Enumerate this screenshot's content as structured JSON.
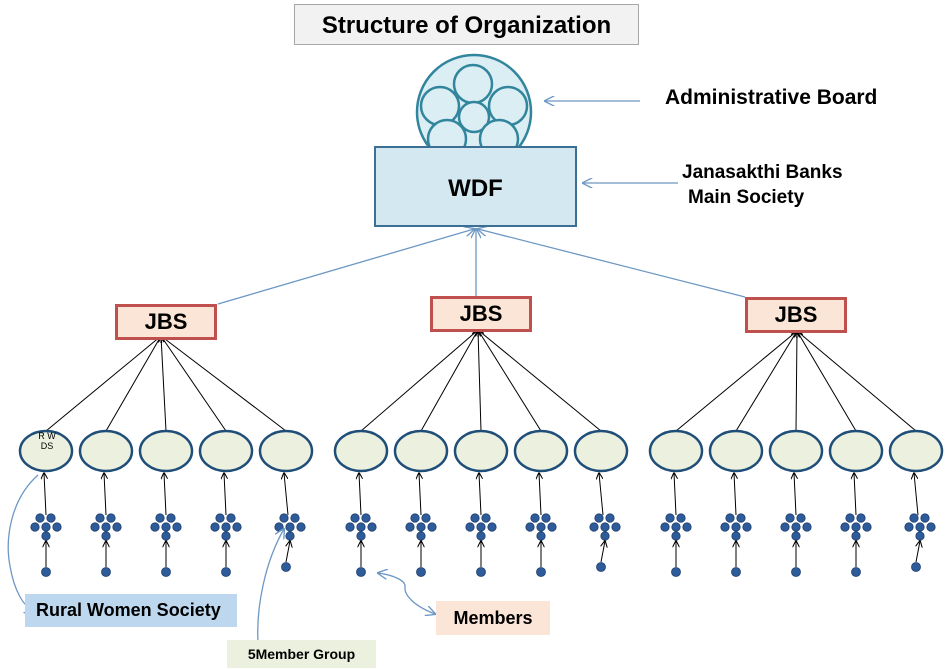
{
  "title": "Structure of Organization",
  "admin_label": "Administrative Board",
  "jana_label": {
    "line1": "Janasakthi Banks",
    "line2": "Main Society"
  },
  "wdf_label": "WDF",
  "jbs_labels": [
    "JBS",
    "JBS",
    "JBS"
  ],
  "rwds_label": "R W DS",
  "rural_label": "Rural Women Society",
  "members_label": "Members",
  "group_label": "5Member Group",
  "colors": {
    "wdf_fill": "#d4e8f1",
    "circle_fill": "#dbeef4",
    "circle_stroke": "#31859c",
    "jbs_fill": "#fbe5d6",
    "jbs_border": "#c0504d",
    "society_fill": "#ebf1de",
    "society_stroke": "#1f4e79",
    "member_dot": "#2e5c9a",
    "connector": "#6d98c4",
    "rural_fill": "#bdd7ee",
    "group_fill": "#ebf1de"
  }
}
